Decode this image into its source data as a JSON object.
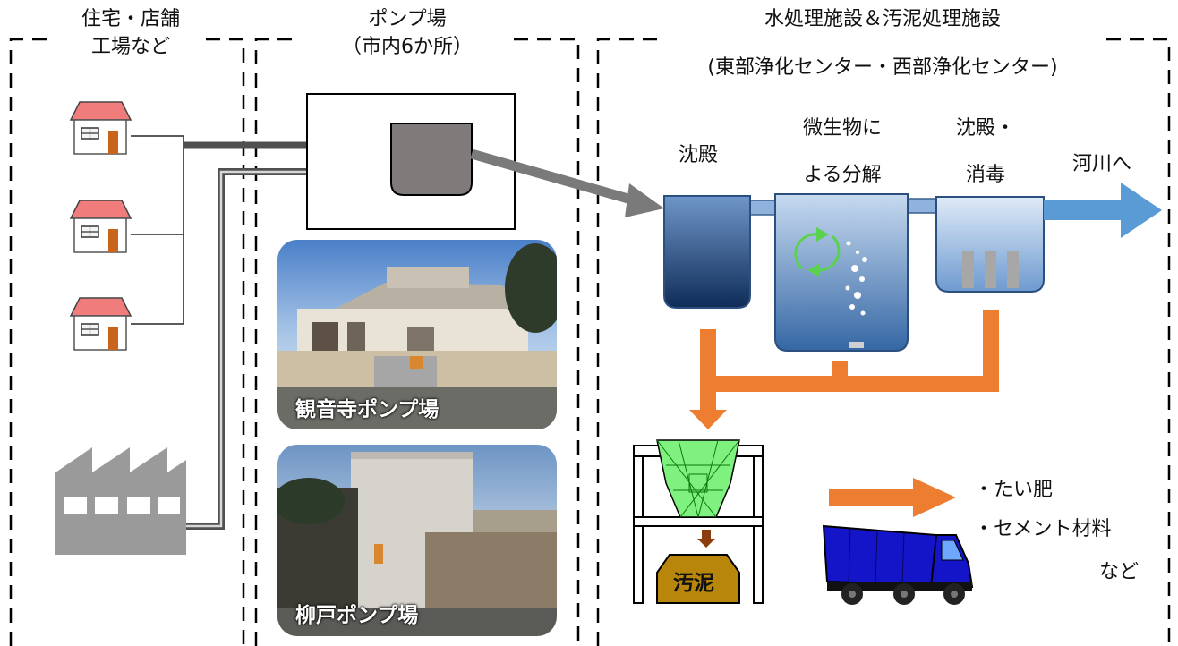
{
  "sections": {
    "sources": {
      "title_line1": "住宅・店舗",
      "title_line2": "工場など"
    },
    "pump": {
      "title_line1": "ポンプ場",
      "title_line2": "（市内6か所）"
    },
    "treatment": {
      "title_line1": "水処理施設＆汚泥処理施設",
      "title_line2": "(東部浄化センター・西部浄化センター)"
    }
  },
  "stages": {
    "sedimentation": "沈殿",
    "microbial_line1": "微生物に",
    "microbial_line2": "よる分解",
    "final_line1": "沈殿・",
    "final_line2": "消毒",
    "to_river": "河川へ"
  },
  "photos": {
    "kannonji": "観音寺ポンプ場",
    "yanagido": "柳戸ポンプ場"
  },
  "sludge": {
    "label": "汚泥",
    "uses": [
      "・たい肥",
      "・セメント材料",
      "など"
    ]
  },
  "colors": {
    "dark_arrow": "#505050",
    "gray_arrow": "#7a7a7a",
    "sludge_orange": "#ed7d31",
    "river_blue": "#5b9bd5",
    "house_roof": "#f07c7c",
    "green_hopper": "#7ef17e",
    "truck_blue": "#1414c8",
    "sludge_pile": "#b8860b"
  },
  "icons": [
    "house-icon",
    "factory-icon",
    "pump-icon",
    "recycle-icon",
    "hopper-icon",
    "dump-truck-icon"
  ]
}
